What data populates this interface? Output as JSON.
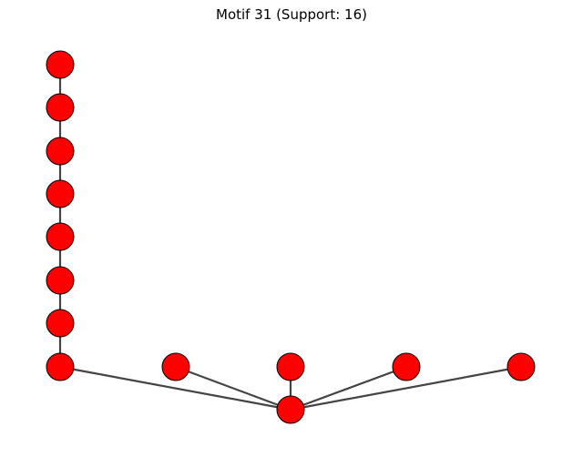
{
  "figure": {
    "title": "Motif 31 (Support: 16)"
  },
  "graph": {
    "node_color": "#ff0000",
    "node_stroke": "#000000",
    "edge_color": "#444444",
    "nodes": [
      {
        "id": "n1"
      },
      {
        "id": "n2"
      },
      {
        "id": "n3"
      },
      {
        "id": "n4"
      },
      {
        "id": "n5"
      },
      {
        "id": "n6"
      },
      {
        "id": "n7"
      },
      {
        "id": "n8"
      },
      {
        "id": "n9"
      },
      {
        "id": "n10"
      },
      {
        "id": "n11"
      },
      {
        "id": "n12"
      },
      {
        "id": "n13"
      }
    ],
    "edges": [
      [
        "n1",
        "n2"
      ],
      [
        "n2",
        "n3"
      ],
      [
        "n3",
        "n4"
      ],
      [
        "n4",
        "n5"
      ],
      [
        "n5",
        "n6"
      ],
      [
        "n6",
        "n7"
      ],
      [
        "n7",
        "n8"
      ],
      [
        "n8",
        "n13"
      ],
      [
        "n9",
        "n13"
      ],
      [
        "n10",
        "n13"
      ],
      [
        "n11",
        "n13"
      ],
      [
        "n12",
        "n13"
      ]
    ]
  }
}
